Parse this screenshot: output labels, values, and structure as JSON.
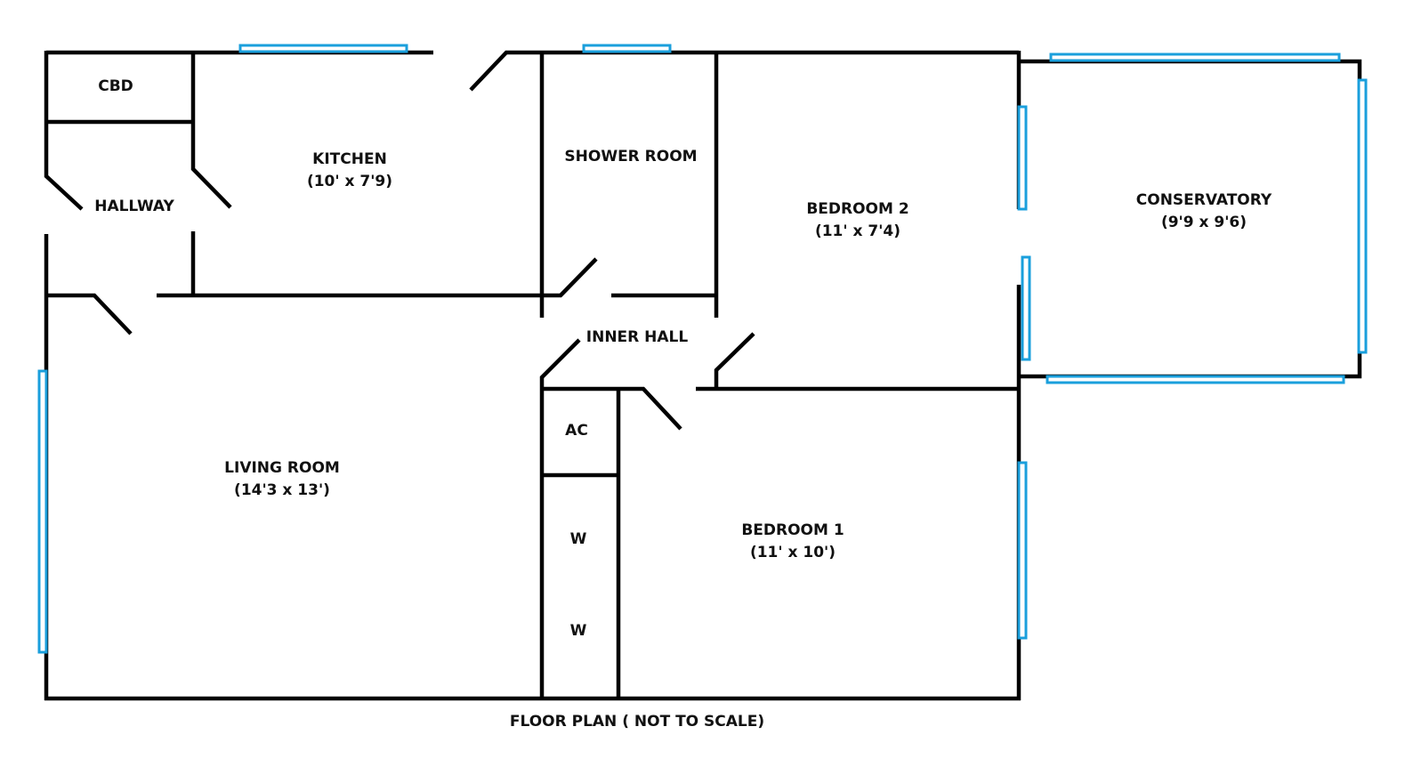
{
  "title": "FLOOR PLAN ( NOT TO SCALE)",
  "colors": {
    "wall": "#000000",
    "window": "#1a9fdc"
  },
  "rooms": {
    "cbd": {
      "name": "CBD"
    },
    "hallway": {
      "name": "HALLWAY"
    },
    "kitchen": {
      "name": "KITCHEN",
      "size": "(10' x 7'9)"
    },
    "shower_room": {
      "name": "SHOWER ROOM"
    },
    "bedroom2": {
      "name": "BEDROOM 2",
      "size": "(11' x 7'4)"
    },
    "conservatory": {
      "name": "CONSERVATORY",
      "size": "(9'9 x 9'6)"
    },
    "inner_hall": {
      "name": "INNER HALL"
    },
    "living_room": {
      "name": "LIVING ROOM",
      "size": "(14'3 x 13')"
    },
    "ac": {
      "name": "AC"
    },
    "wardrobe1": {
      "name": "W"
    },
    "wardrobe2": {
      "name": "W"
    },
    "bedroom1": {
      "name": "BEDROOM 1",
      "size": "(11' x 10')"
    }
  }
}
